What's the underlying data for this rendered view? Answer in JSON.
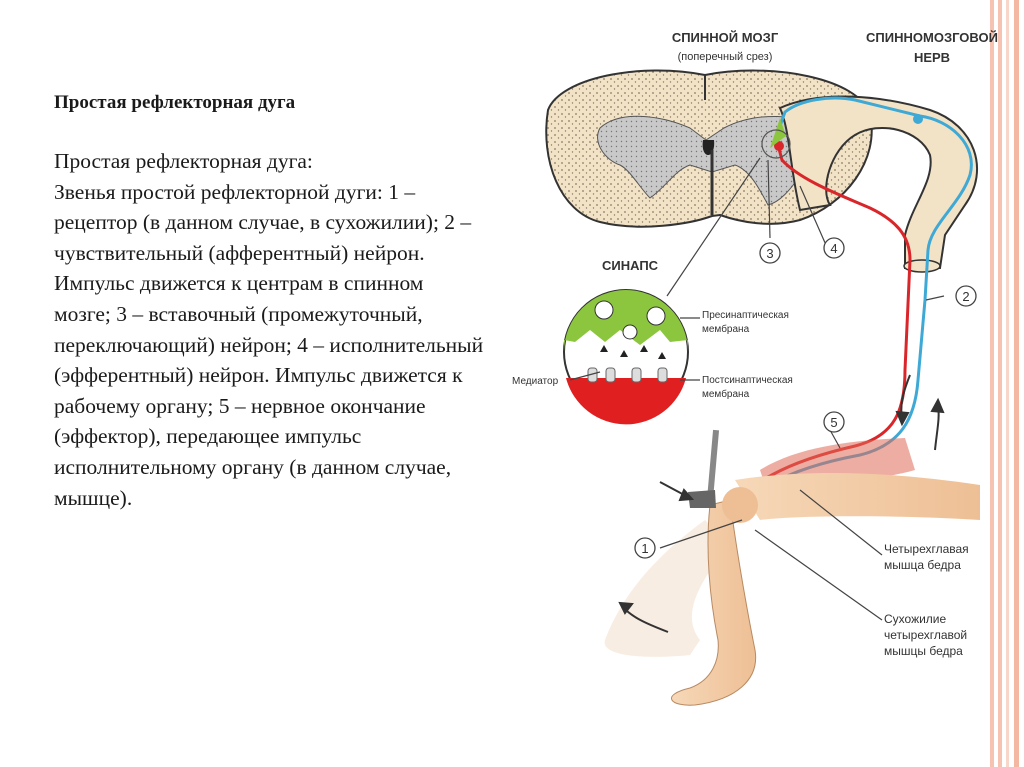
{
  "slide": {
    "title": "Простая рефлекторная дуга",
    "body": "Простая рефлекторная дуга:\nЗвенья простой рефлекторной дуги: 1 – рецептор (в данном случае, в сухожилии); 2 – чувствительный (афферентный) нейрон. Импульс движется к центрам в спинном мозге; 3 – вставочный (промежуточный, переключающий) нейрон; 4 – исполнительный (эфферентный) нейрон. Импульс движется к рабочему органу; 5 – нервное окончание (эффектор), передающее импульс исполнительному органу (в данном случае, мышце)."
  },
  "figure": {
    "spinal_cord_label": "СПИННОЙ МОЗГ",
    "spinal_cord_sub": "(поперечный срез)",
    "spinal_nerve_label_1": "СПИННОМОЗГОВОЙ",
    "spinal_nerve_label_2": "НЕРВ",
    "synapse_label": "СИНАПС",
    "presynaptic_1": "Пресинаптическая",
    "presynaptic_2": "мембрана",
    "postsynaptic_1": "Постсинаптическая",
    "postsynaptic_2": "мембрана",
    "mediator": "Медиатор",
    "quadriceps_1": "Четырехглавая",
    "quadriceps_2": "мышца бедра",
    "tendon_1": "Сухожилие",
    "tendon_2": "четырехглавой",
    "tendon_3": "мышцы бедра",
    "num_1": "1",
    "num_2": "2",
    "num_3": "3",
    "num_4": "4",
    "num_5": "5"
  },
  "colors": {
    "afferent": "#3fa9d6",
    "efferent": "#d9262b",
    "interneuron": "#8cc63f",
    "cord_outer": "#f3e3c6",
    "grey_matter": "#c9c9c9",
    "frame": "#f4b7a2"
  }
}
